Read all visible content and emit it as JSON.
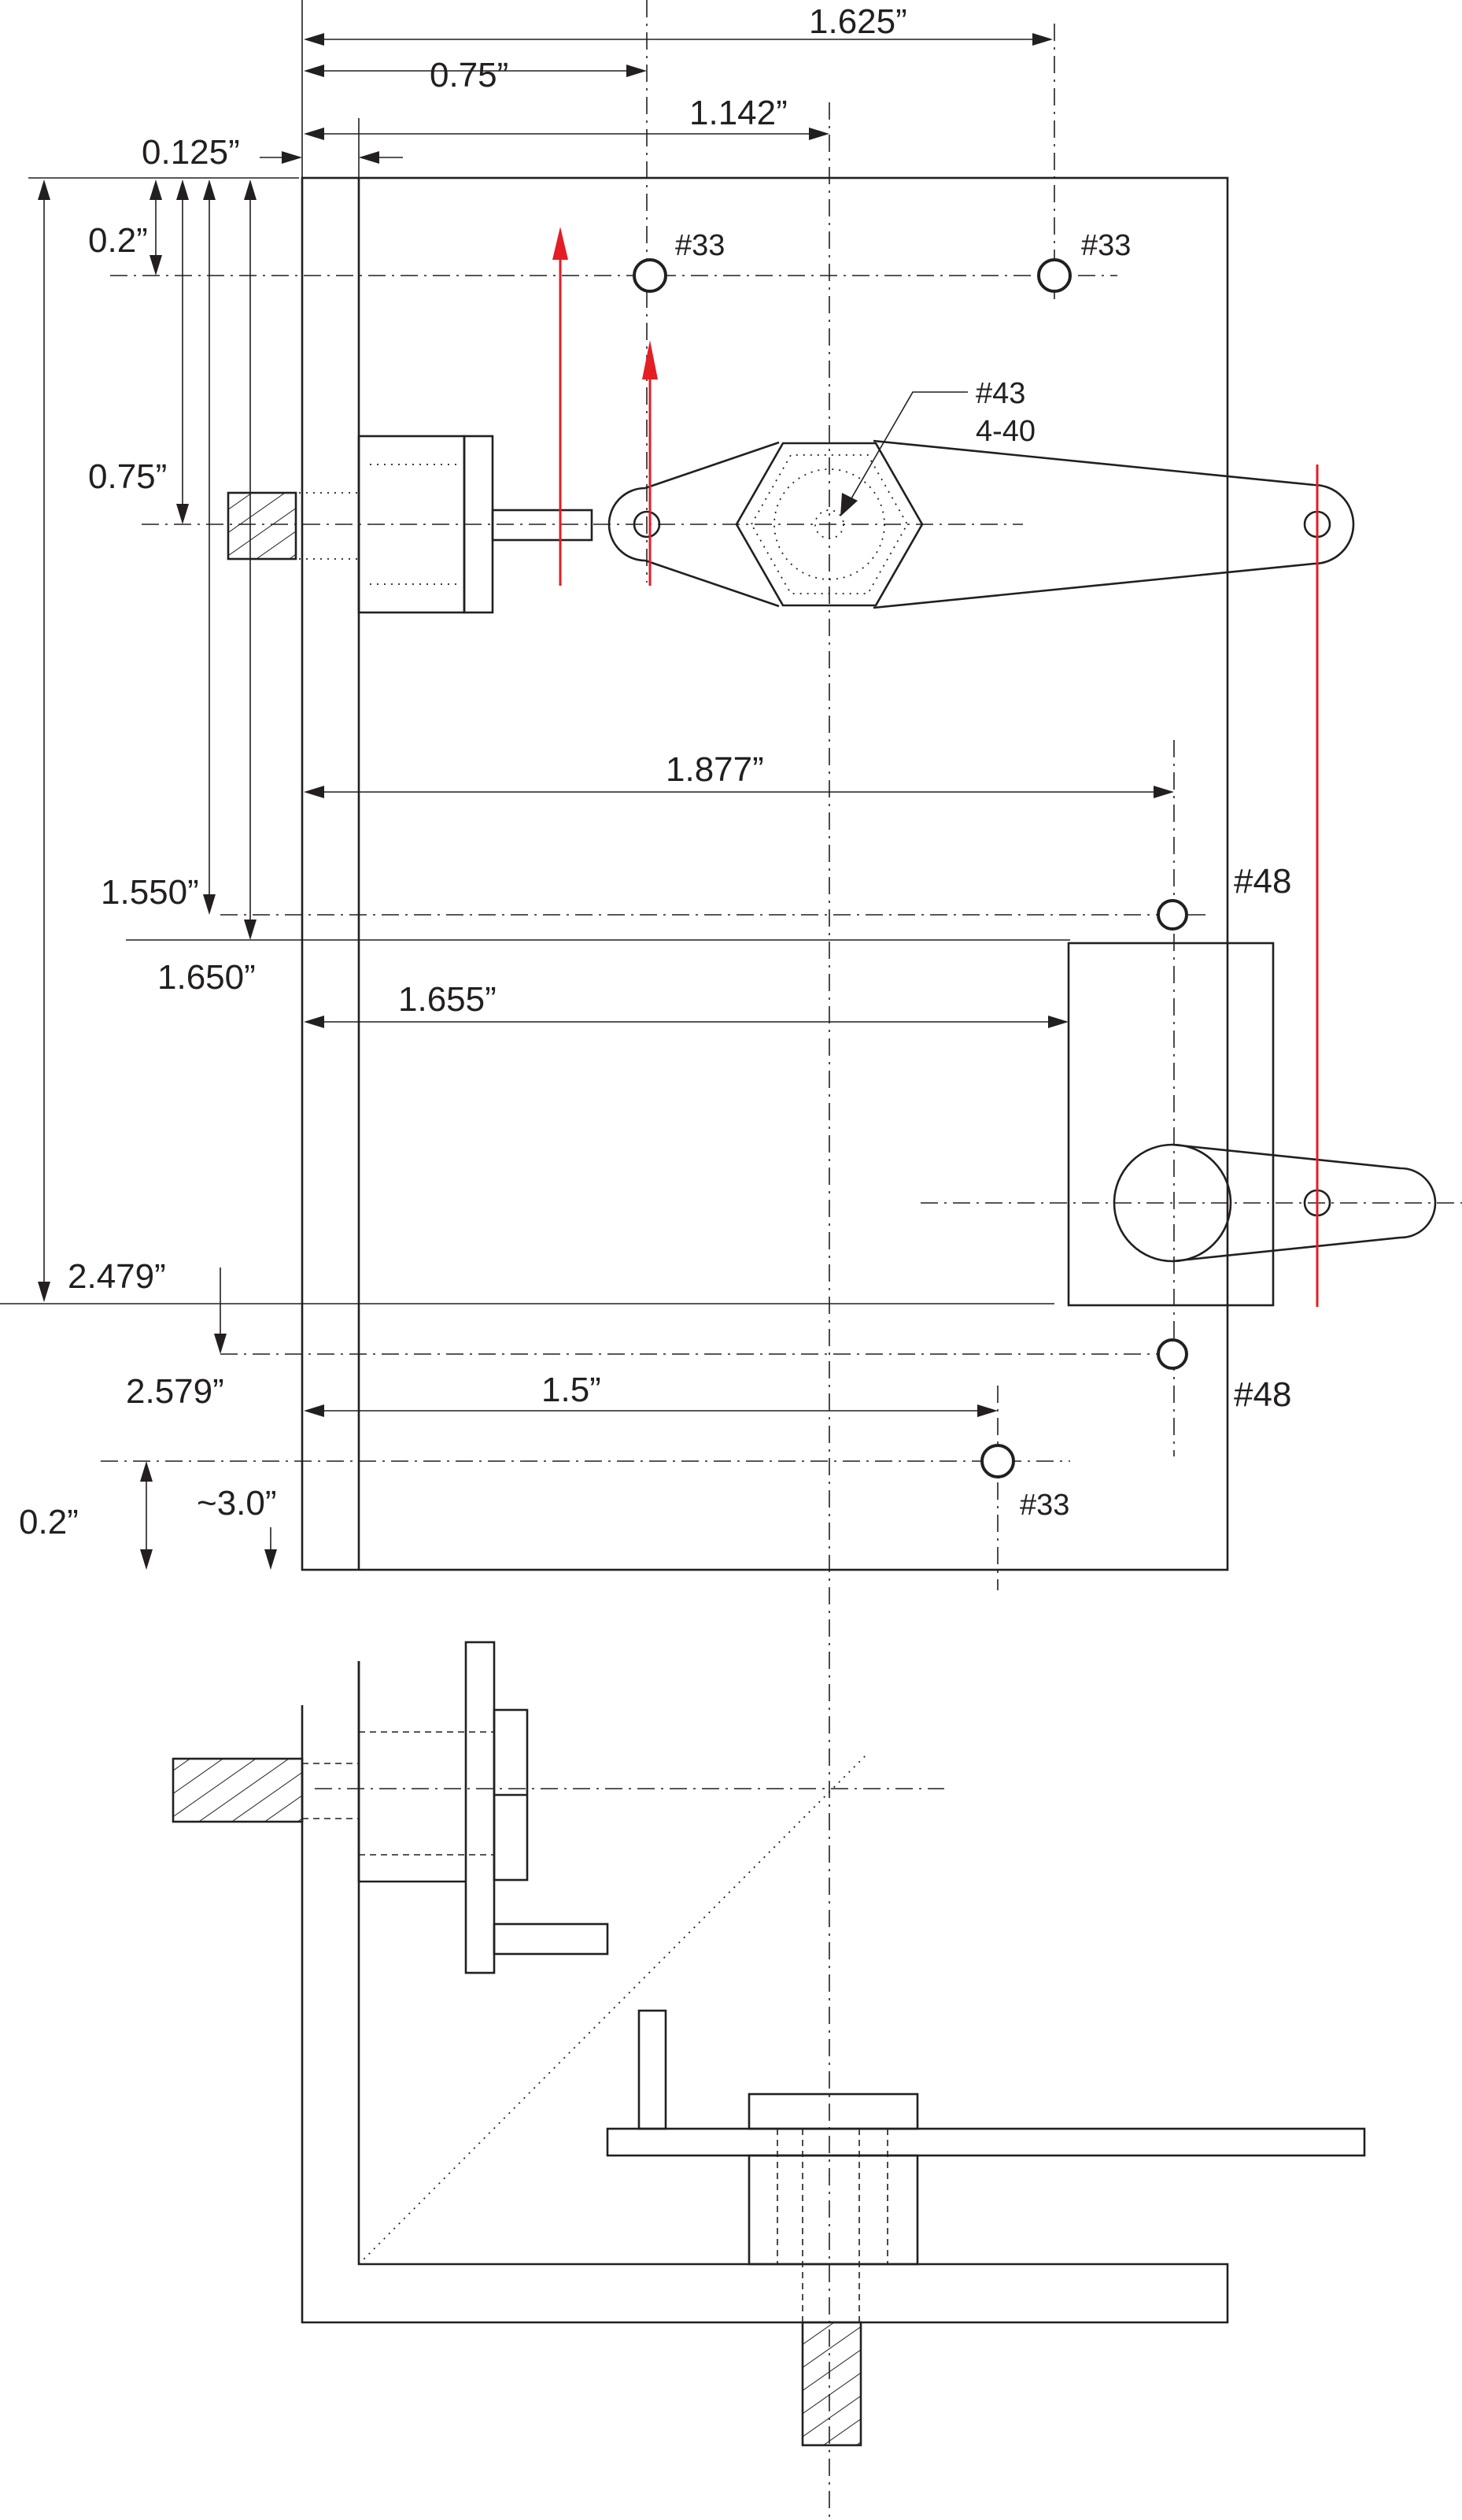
{
  "dimensions": {
    "d_1625": "1.625”",
    "d_075_top": "0.75”",
    "d_1142": "1.142”",
    "d_0125": "0.125”",
    "d_02_top": "0.2”",
    "d_075_left": "0.75”",
    "d_1877": "1.877”",
    "d_1550": "1.550”",
    "d_1650": "1.650”",
    "d_1655": "1.655”",
    "d_2479": "2.479”",
    "d_2579": "2.579”",
    "d_15": "1.5”",
    "d_02_bottom": "0.2”",
    "d_30": "~3.0”"
  },
  "labels": {
    "hole_33_a": "#33",
    "hole_33_b": "#33",
    "hole_43": "#43",
    "tap_440": "4-40",
    "hole_48_top": "#48",
    "hole_48_bottom": "#48",
    "hole_33_c": "#33"
  },
  "colors": {
    "line": "#231f20",
    "accent": "#e31e24",
    "background": "#ffffff"
  }
}
